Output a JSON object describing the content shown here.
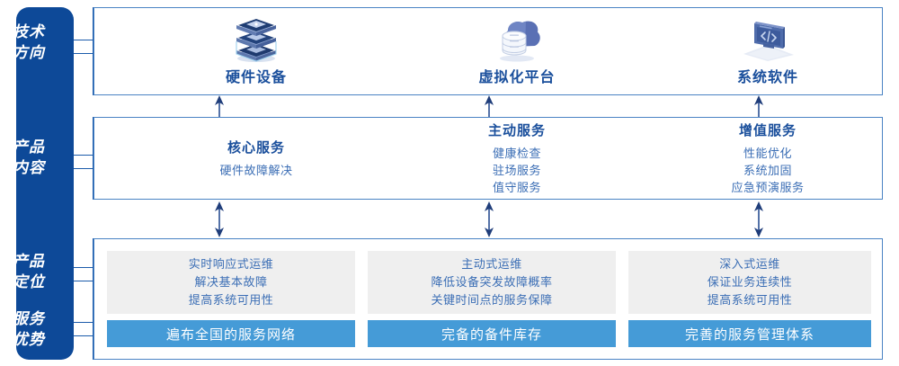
{
  "sidebar": {
    "color": "#0d4998",
    "items": [
      {
        "name": "tech-direction",
        "line1": "技术",
        "line2": "方向"
      },
      {
        "name": "product-content",
        "line1": "产品",
        "line2": "内容"
      },
      {
        "name": "product-position",
        "line1": "产品",
        "line2": "定位"
      },
      {
        "name": "service-advantage",
        "line1": "服务",
        "line2": "优势"
      }
    ]
  },
  "tech_row": {
    "columns": [
      {
        "icon": "server-stack-icon",
        "label": "硬件设备"
      },
      {
        "icon": "cloud-database-icon",
        "label": "虚拟化平台"
      },
      {
        "icon": "code-window-icon",
        "label": "系统软件"
      }
    ]
  },
  "content_row": {
    "columns": [
      {
        "title": "核心服务",
        "items": [
          "硬件故障解决"
        ]
      },
      {
        "title": "主动服务",
        "items": [
          "健康检查",
          "驻场服务",
          "值守服务"
        ]
      },
      {
        "title": "增值服务",
        "items": [
          "性能优化",
          "系统加固",
          "应急预演服务"
        ]
      }
    ]
  },
  "position_row": {
    "cards": [
      {
        "items": [
          "实时响应式运维",
          "解决基本故障",
          "提高系统可用性"
        ]
      },
      {
        "items": [
          "主动式运维",
          "降低设备突发故障概率",
          "关键时间点的服务保障"
        ]
      },
      {
        "items": [
          "深入式运维",
          "保证业务连续性",
          "提高系统可用性"
        ]
      }
    ]
  },
  "advantage_row": {
    "bars": [
      {
        "label": "遍布全国的服务网络",
        "color": "#459bd7"
      },
      {
        "label": "完备的备件库存",
        "color": "#459bd7"
      },
      {
        "label": "完善的服务管理体系",
        "color": "#459bd7"
      }
    ]
  },
  "colors": {
    "sidebar_blue": "#0d4998",
    "panel_border": "#4a83c4",
    "title_blue": "#1a4f9c",
    "text_blue": "#3b6eb5",
    "card_gray": "#efefef",
    "bar_blue": "#459bd7",
    "connector": "#1b5bab"
  }
}
